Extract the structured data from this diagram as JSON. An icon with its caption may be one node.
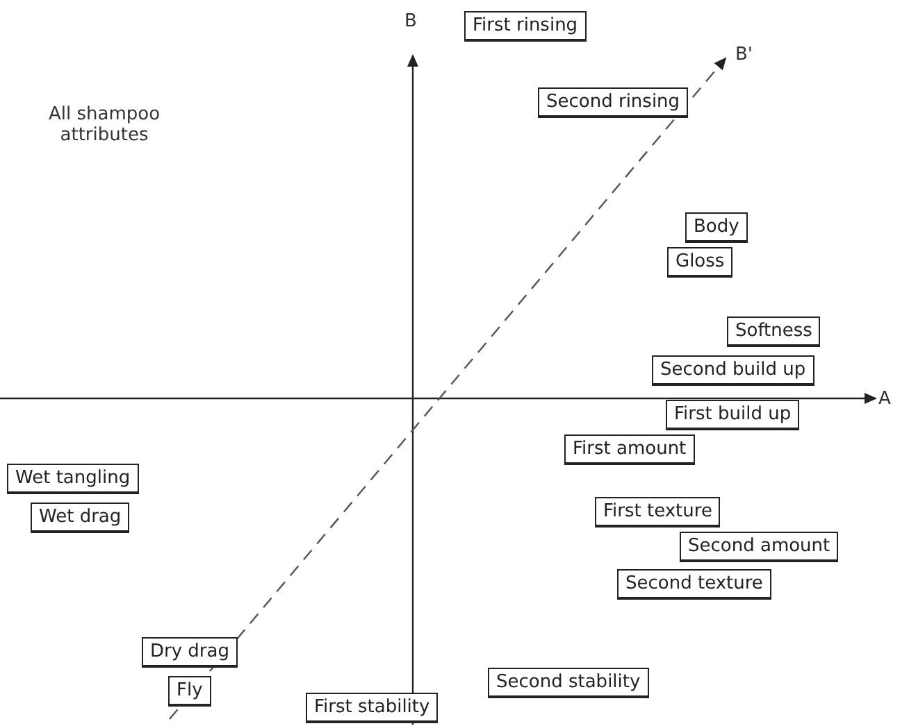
{
  "diagram": {
    "nodes": [
      {
        "text": [
          "First rinsing"
        ]
      },
      {
        "text": [
          "Second rinsing"
        ]
      },
      {
        "text": [
          "Body"
        ]
      },
      {
        "text": [
          "Gloss"
        ]
      },
      {
        "text": [
          "Softness"
        ]
      },
      {
        "text": [
          "Second build up"
        ]
      },
      {
        "text": [
          "First build up"
        ]
      },
      {
        "text": [
          "First amount"
        ]
      },
      {
        "text": [
          "Wet tangling"
        ]
      },
      {
        "text": [
          "Wet drag"
        ]
      },
      {
        "text": [
          "First texture"
        ]
      },
      {
        "text": [
          "Second amount"
        ]
      },
      {
        "text": [
          "Second texture"
        ]
      },
      {
        "text": [
          "Dry drag"
        ]
      },
      {
        "text": [
          "Fly"
        ]
      },
      {
        "text": [
          "Second stability"
        ]
      },
      {
        "text": [
          "First stability"
        ]
      }
    ],
    "labels": [
      "B",
      "B'",
      "All shampoo attributes",
      "A"
    ]
  }
}
